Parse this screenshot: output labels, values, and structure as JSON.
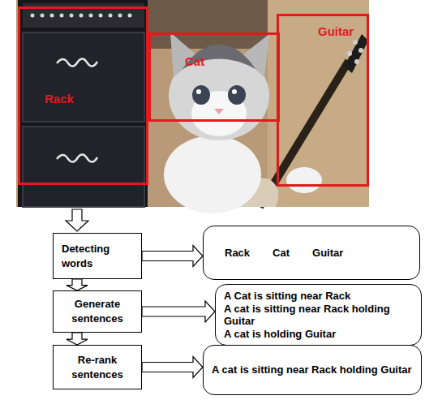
{
  "diagram": {
    "nodes": [
      {
        "text": [
          "Rack"
        ]
      },
      {
        "text": [
          "Cat"
        ]
      },
      {
        "text": [
          "Guitar"
        ]
      },
      {
        "text": [
          "Detecting words"
        ]
      },
      {
        "text": [
          "Rack",
          "Cat",
          "Guitar"
        ]
      },
      {
        "text": [
          "Generate sentences"
        ]
      },
      {
        "text": [
          "A Cat is sitting near Rack",
          "A cat is sitting near Rack holding Guitar",
          "A cat is holding Guitar"
        ]
      },
      {
        "text": [
          "Re-rank sentences"
        ]
      },
      {
        "text": [
          "A cat is sitting near Rack holding Guitar"
        ]
      }
    ],
    "edges": [
      {
        "from": 3,
        "to": 4,
        "arrow": "to"
      },
      {
        "from": 3,
        "to": 5,
        "arrow": "to"
      },
      {
        "from": 5,
        "to": 6,
        "arrow": "to"
      },
      {
        "from": 5,
        "to": 7,
        "arrow": "to"
      },
      {
        "from": 7,
        "to": 8,
        "arrow": "to"
      }
    ]
  }
}
